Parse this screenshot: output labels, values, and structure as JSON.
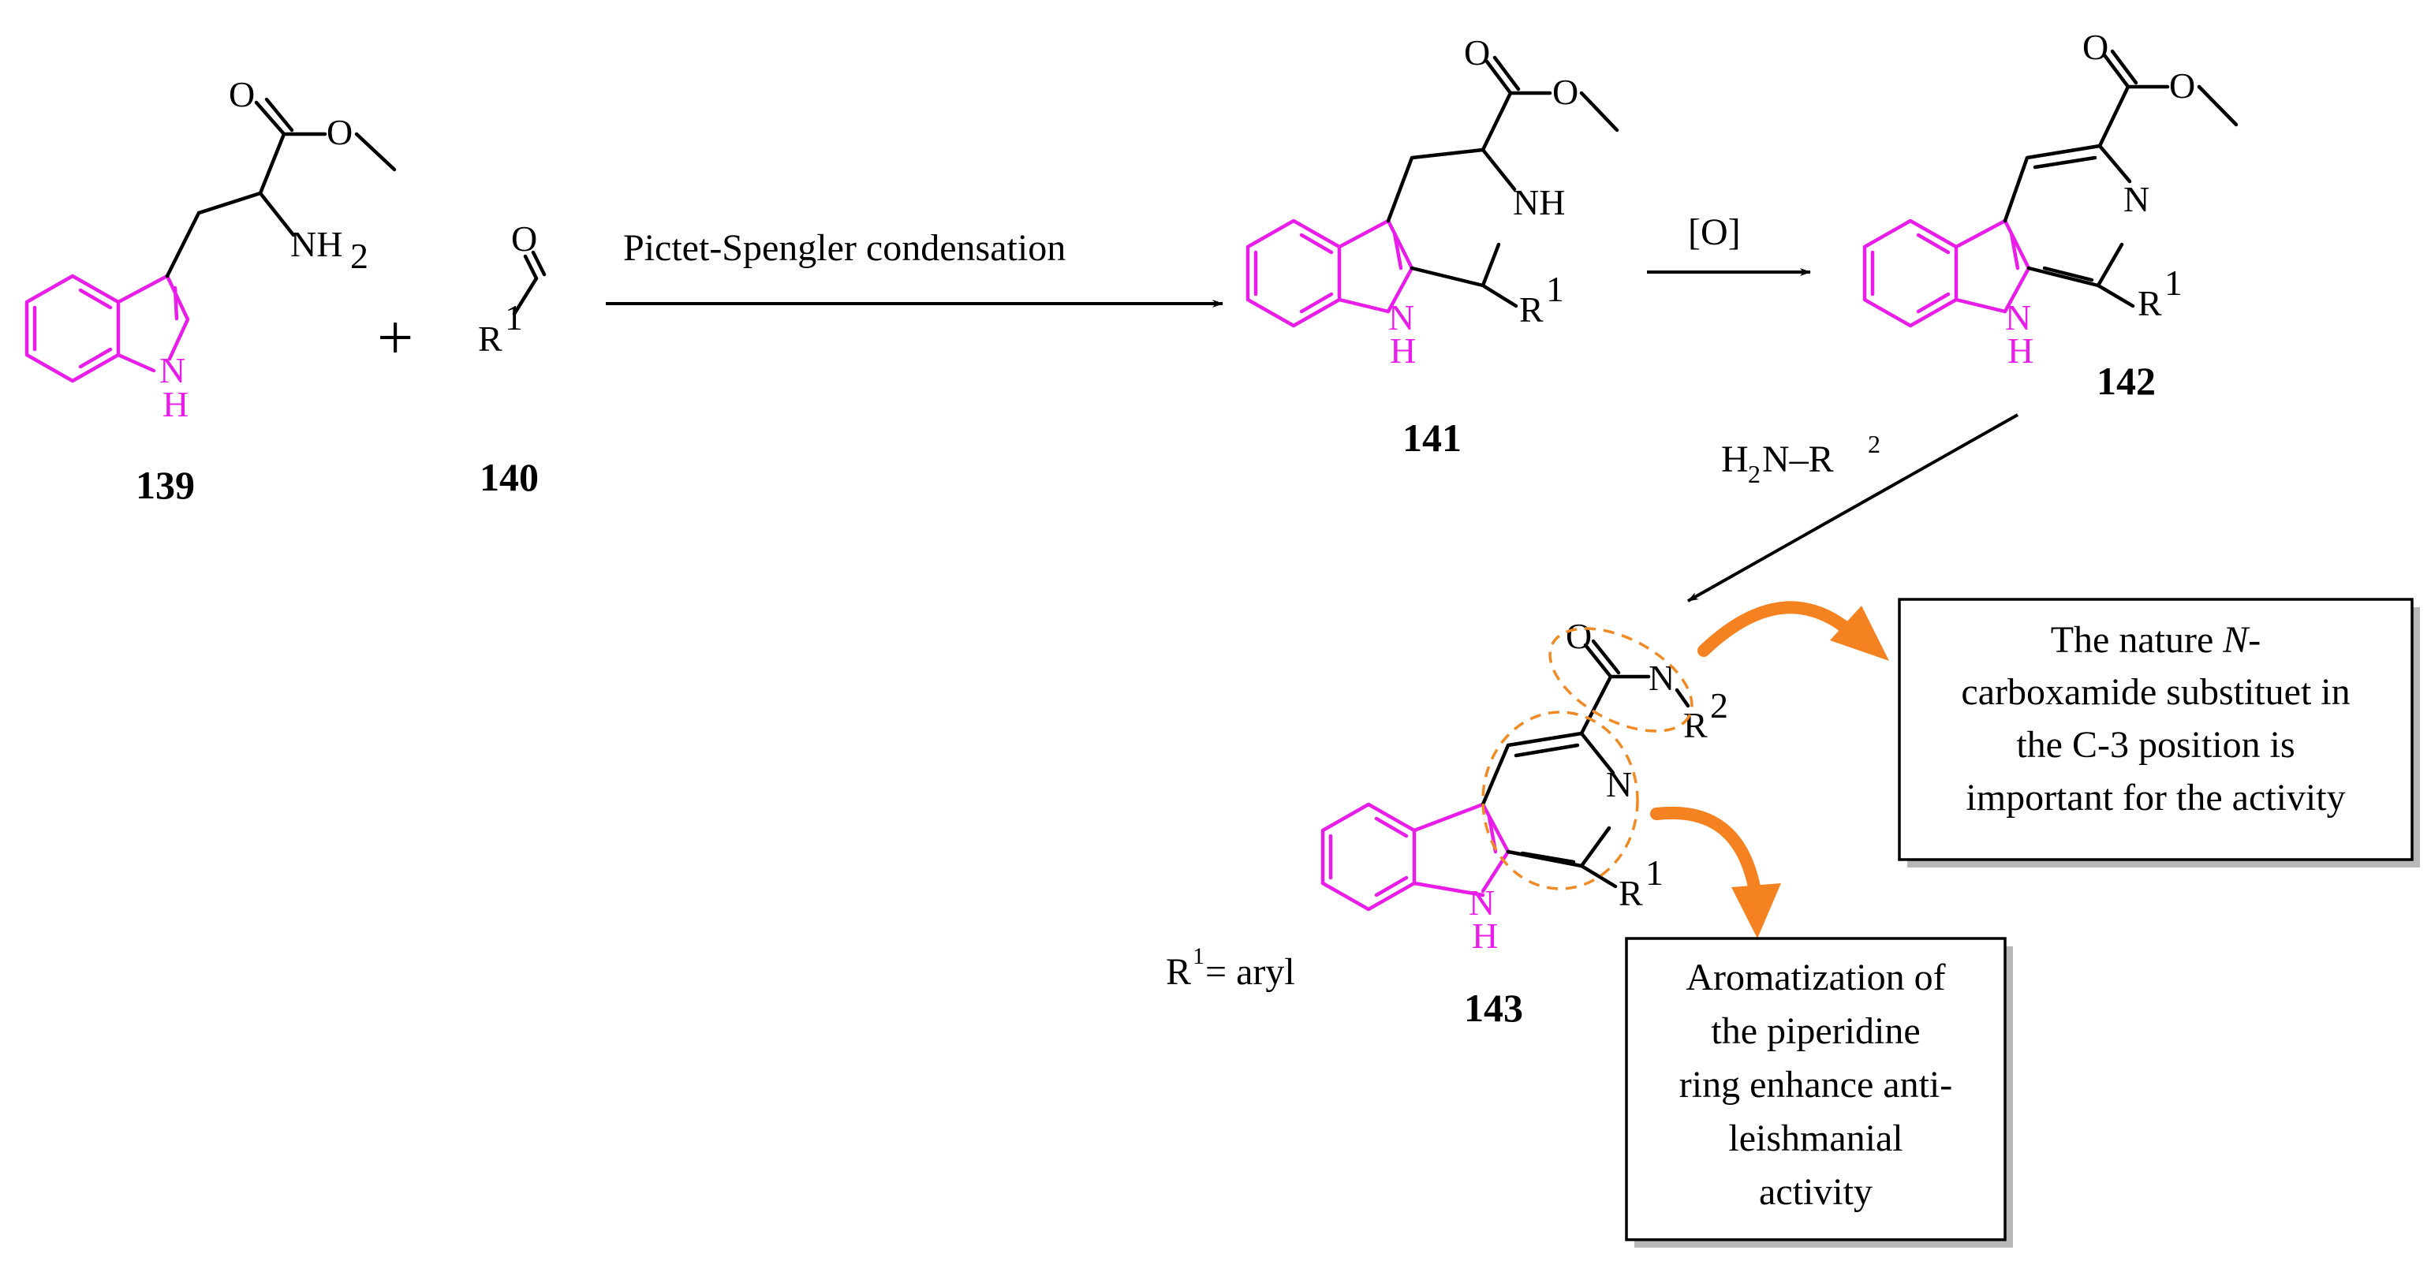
{
  "compounds": {
    "c139": "139",
    "c140": "140",
    "c141": "141",
    "c142": "142",
    "c143": "143"
  },
  "atoms": {
    "nh": "N",
    "h": "H",
    "n": "N",
    "o": "O",
    "r": "R",
    "sup1": "1",
    "sup2": "2",
    "sub2": "2",
    "nh_label": "NH",
    "amine_label": "NH",
    "plus": "+"
  },
  "steps": {
    "step1_label": "Pictet-Spengler condensation",
    "step2_label": "[O]",
    "step3_reagent_prefix": "H",
    "step3_reagent_mid": "N–R"
  },
  "legend": {
    "r1_def_prefix": "R",
    "r1_def_suffix": " = aryl"
  },
  "annotations": {
    "box_top_lines": [
      "The nature ",
      "carboxamide substituet in",
      "the C-3 position is",
      "important for the activity"
    ],
    "box_top_italic": "N",
    "box_top_dash": "-",
    "box_bottom_lines": [
      "Aromatization of",
      "the piperidine",
      "ring enhance anti-",
      "leishmanial",
      "activity"
    ]
  },
  "colors": {
    "indole": "#e81ee8",
    "highlight_arrow": "#f58220",
    "highlight_ring": "#f08a24"
  }
}
